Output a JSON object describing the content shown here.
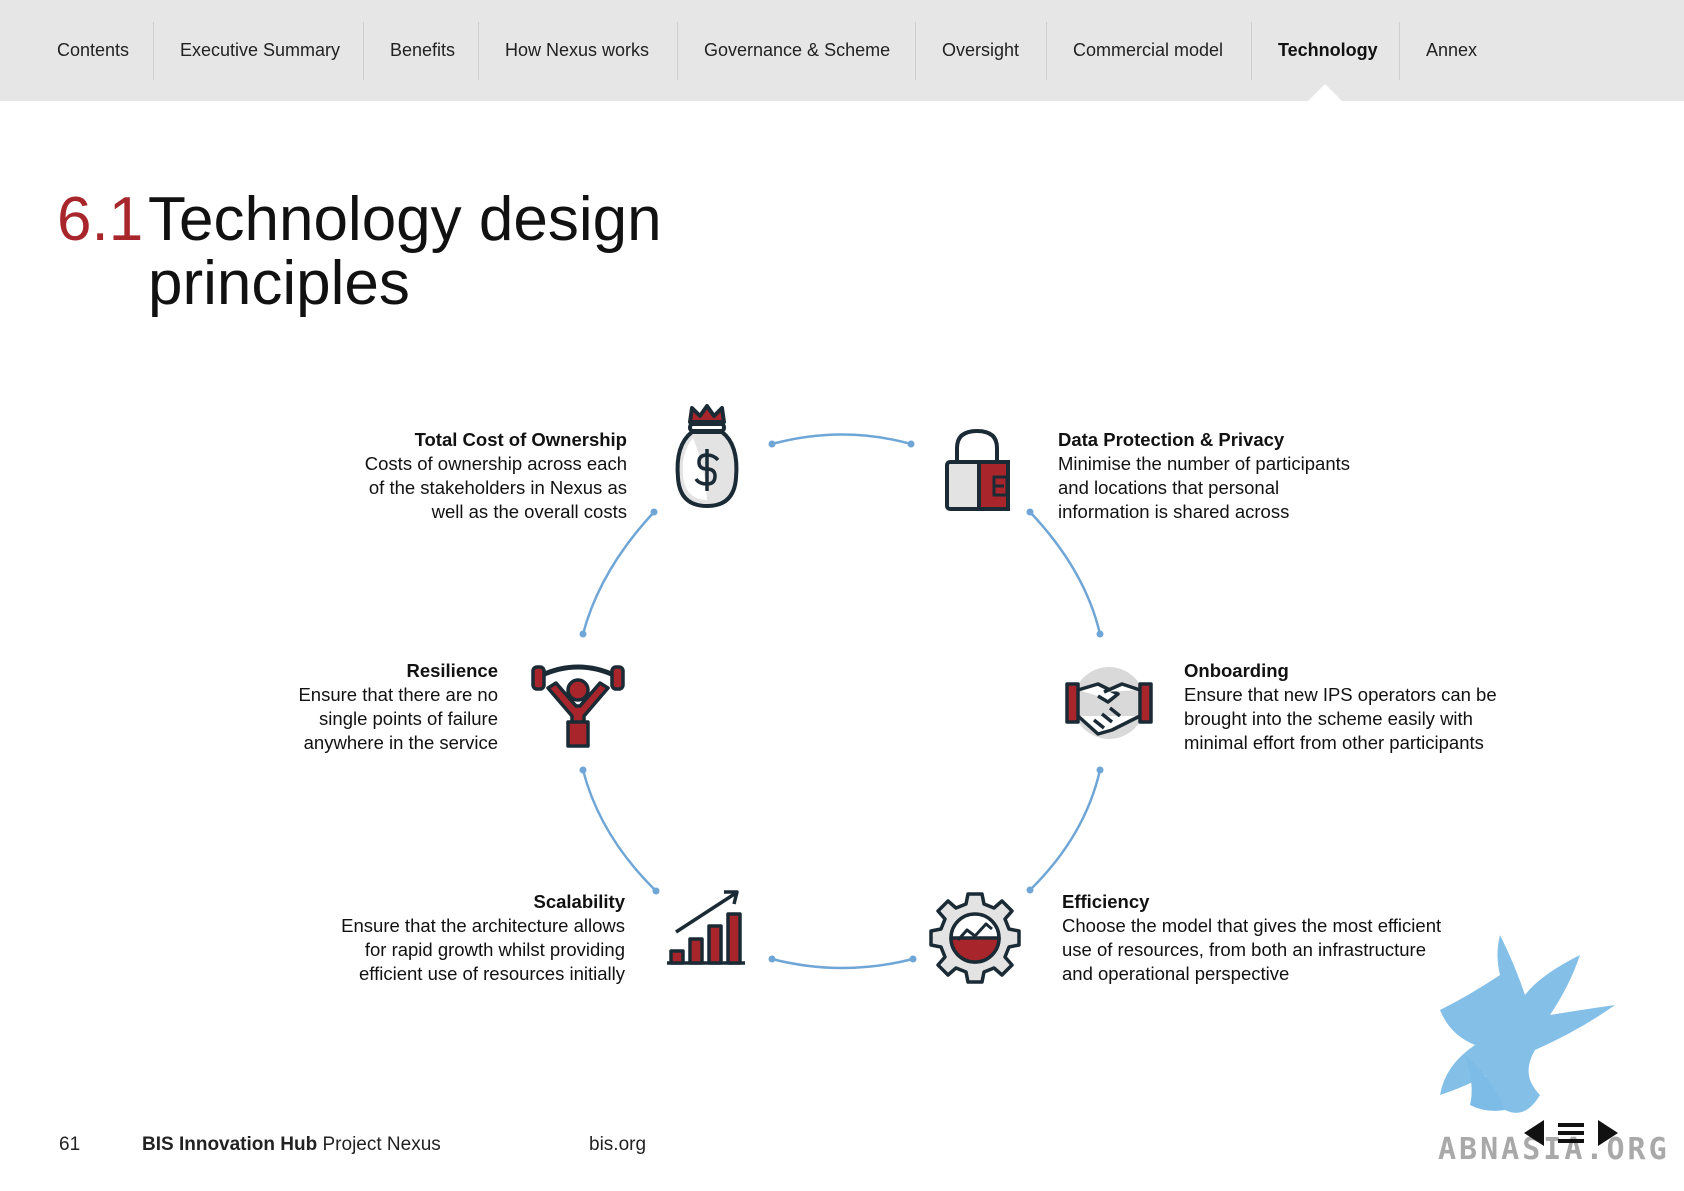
{
  "nav": {
    "tabs": [
      {
        "label": "Contents"
      },
      {
        "label": "Executive Summary"
      },
      {
        "label": "Benefits"
      },
      {
        "label": "How Nexus works"
      },
      {
        "label": "Governance & Scheme"
      },
      {
        "label": "Oversight"
      },
      {
        "label": "Commercial model"
      },
      {
        "label": "Technology",
        "active": true
      },
      {
        "label": "Annex"
      }
    ]
  },
  "page": {
    "section_number": "6.1",
    "title_line1": "Technology design",
    "title_line2": "principles"
  },
  "principles": {
    "tco": {
      "heading": "Total Cost of Ownership",
      "text": "Costs of ownership across each\nof the stakeholders in Nexus as\nwell as the overall costs",
      "icon": "money-bag-icon"
    },
    "privacy": {
      "heading": "Data Protection & Privacy",
      "text": "Minimise the number of participants\nand locations that personal\ninformation is shared across",
      "icon": "padlock-icon"
    },
    "resilience": {
      "heading": "Resilience",
      "text": "Ensure that there are no\nsingle points of failure\nanywhere in the service",
      "icon": "weightlifter-icon"
    },
    "onboarding": {
      "heading": "Onboarding",
      "text": "Ensure that new IPS operators can be\nbrought into the scheme easily with\nminimal effort from other participants",
      "icon": "handshake-icon"
    },
    "scalability": {
      "heading": "Scalability",
      "text": "Ensure that the architecture allows\nfor rapid growth whilst providing\nefficient use of resources initially",
      "icon": "growth-chart-icon"
    },
    "efficiency": {
      "heading": "Efficiency",
      "text": "Choose the model that gives the most efficient\nuse of resources, from both an infrastructure\nand operational perspective",
      "icon": "gear-gauge-icon"
    }
  },
  "colors": {
    "accent_red": "#a8262b",
    "connector_blue": "#6fa6d6",
    "icon_dark": "#1b2b36"
  },
  "footer": {
    "page_number": "61",
    "brand": "BIS Innovation Hub",
    "project": "Project Nexus",
    "site": "bis.org"
  },
  "watermark": {
    "text": "ABNASIA.ORG"
  }
}
